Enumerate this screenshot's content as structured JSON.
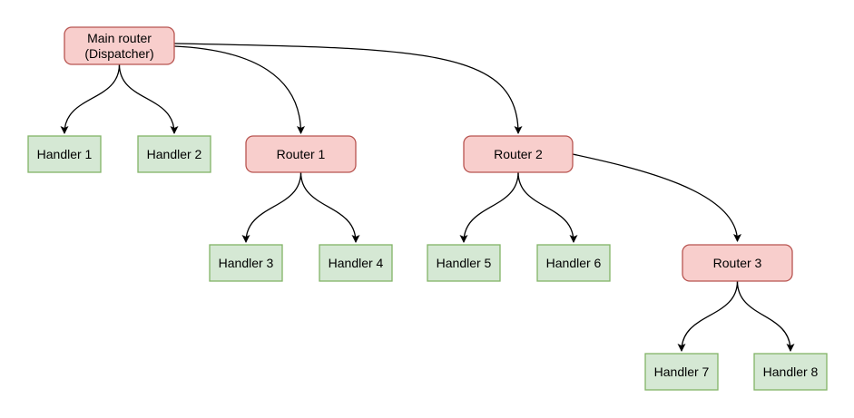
{
  "diagram": {
    "type": "flowchart-tree",
    "background_color": "#ffffff",
    "colors": {
      "router_fill": "#f8cecc",
      "router_border": "#b85450",
      "handler_fill": "#d5e8d4",
      "handler_border": "#82b366",
      "edge_stroke": "#000000",
      "text": "#000000"
    },
    "nodes": {
      "main_router": {
        "line1": "Main router",
        "line2": "(Dispatcher)",
        "type": "router"
      },
      "handler1": {
        "label": "Handler 1",
        "type": "handler"
      },
      "handler2": {
        "label": "Handler 2",
        "type": "handler"
      },
      "router1": {
        "label": "Router 1",
        "type": "router"
      },
      "router2": {
        "label": "Router 2",
        "type": "router"
      },
      "handler3": {
        "label": "Handler 3",
        "type": "handler"
      },
      "handler4": {
        "label": "Handler 4",
        "type": "handler"
      },
      "handler5": {
        "label": "Handler 5",
        "type": "handler"
      },
      "handler6": {
        "label": "Handler 6",
        "type": "handler"
      },
      "router3": {
        "label": "Router 3",
        "type": "router"
      },
      "handler7": {
        "label": "Handler 7",
        "type": "handler"
      },
      "handler8": {
        "label": "Handler 8",
        "type": "handler"
      }
    },
    "edges": [
      {
        "from": "Main router (Dispatcher)",
        "to": "Handler 1"
      },
      {
        "from": "Main router (Dispatcher)",
        "to": "Handler 2"
      },
      {
        "from": "Main router (Dispatcher)",
        "to": "Router 1"
      },
      {
        "from": "Main router (Dispatcher)",
        "to": "Router 2"
      },
      {
        "from": "Router 1",
        "to": "Handler 3"
      },
      {
        "from": "Router 1",
        "to": "Handler 4"
      },
      {
        "from": "Router 2",
        "to": "Handler 5"
      },
      {
        "from": "Router 2",
        "to": "Handler 6"
      },
      {
        "from": "Router 2",
        "to": "Router 3"
      },
      {
        "from": "Router 3",
        "to": "Handler 7"
      },
      {
        "from": "Router 3",
        "to": "Handler 8"
      }
    ]
  }
}
